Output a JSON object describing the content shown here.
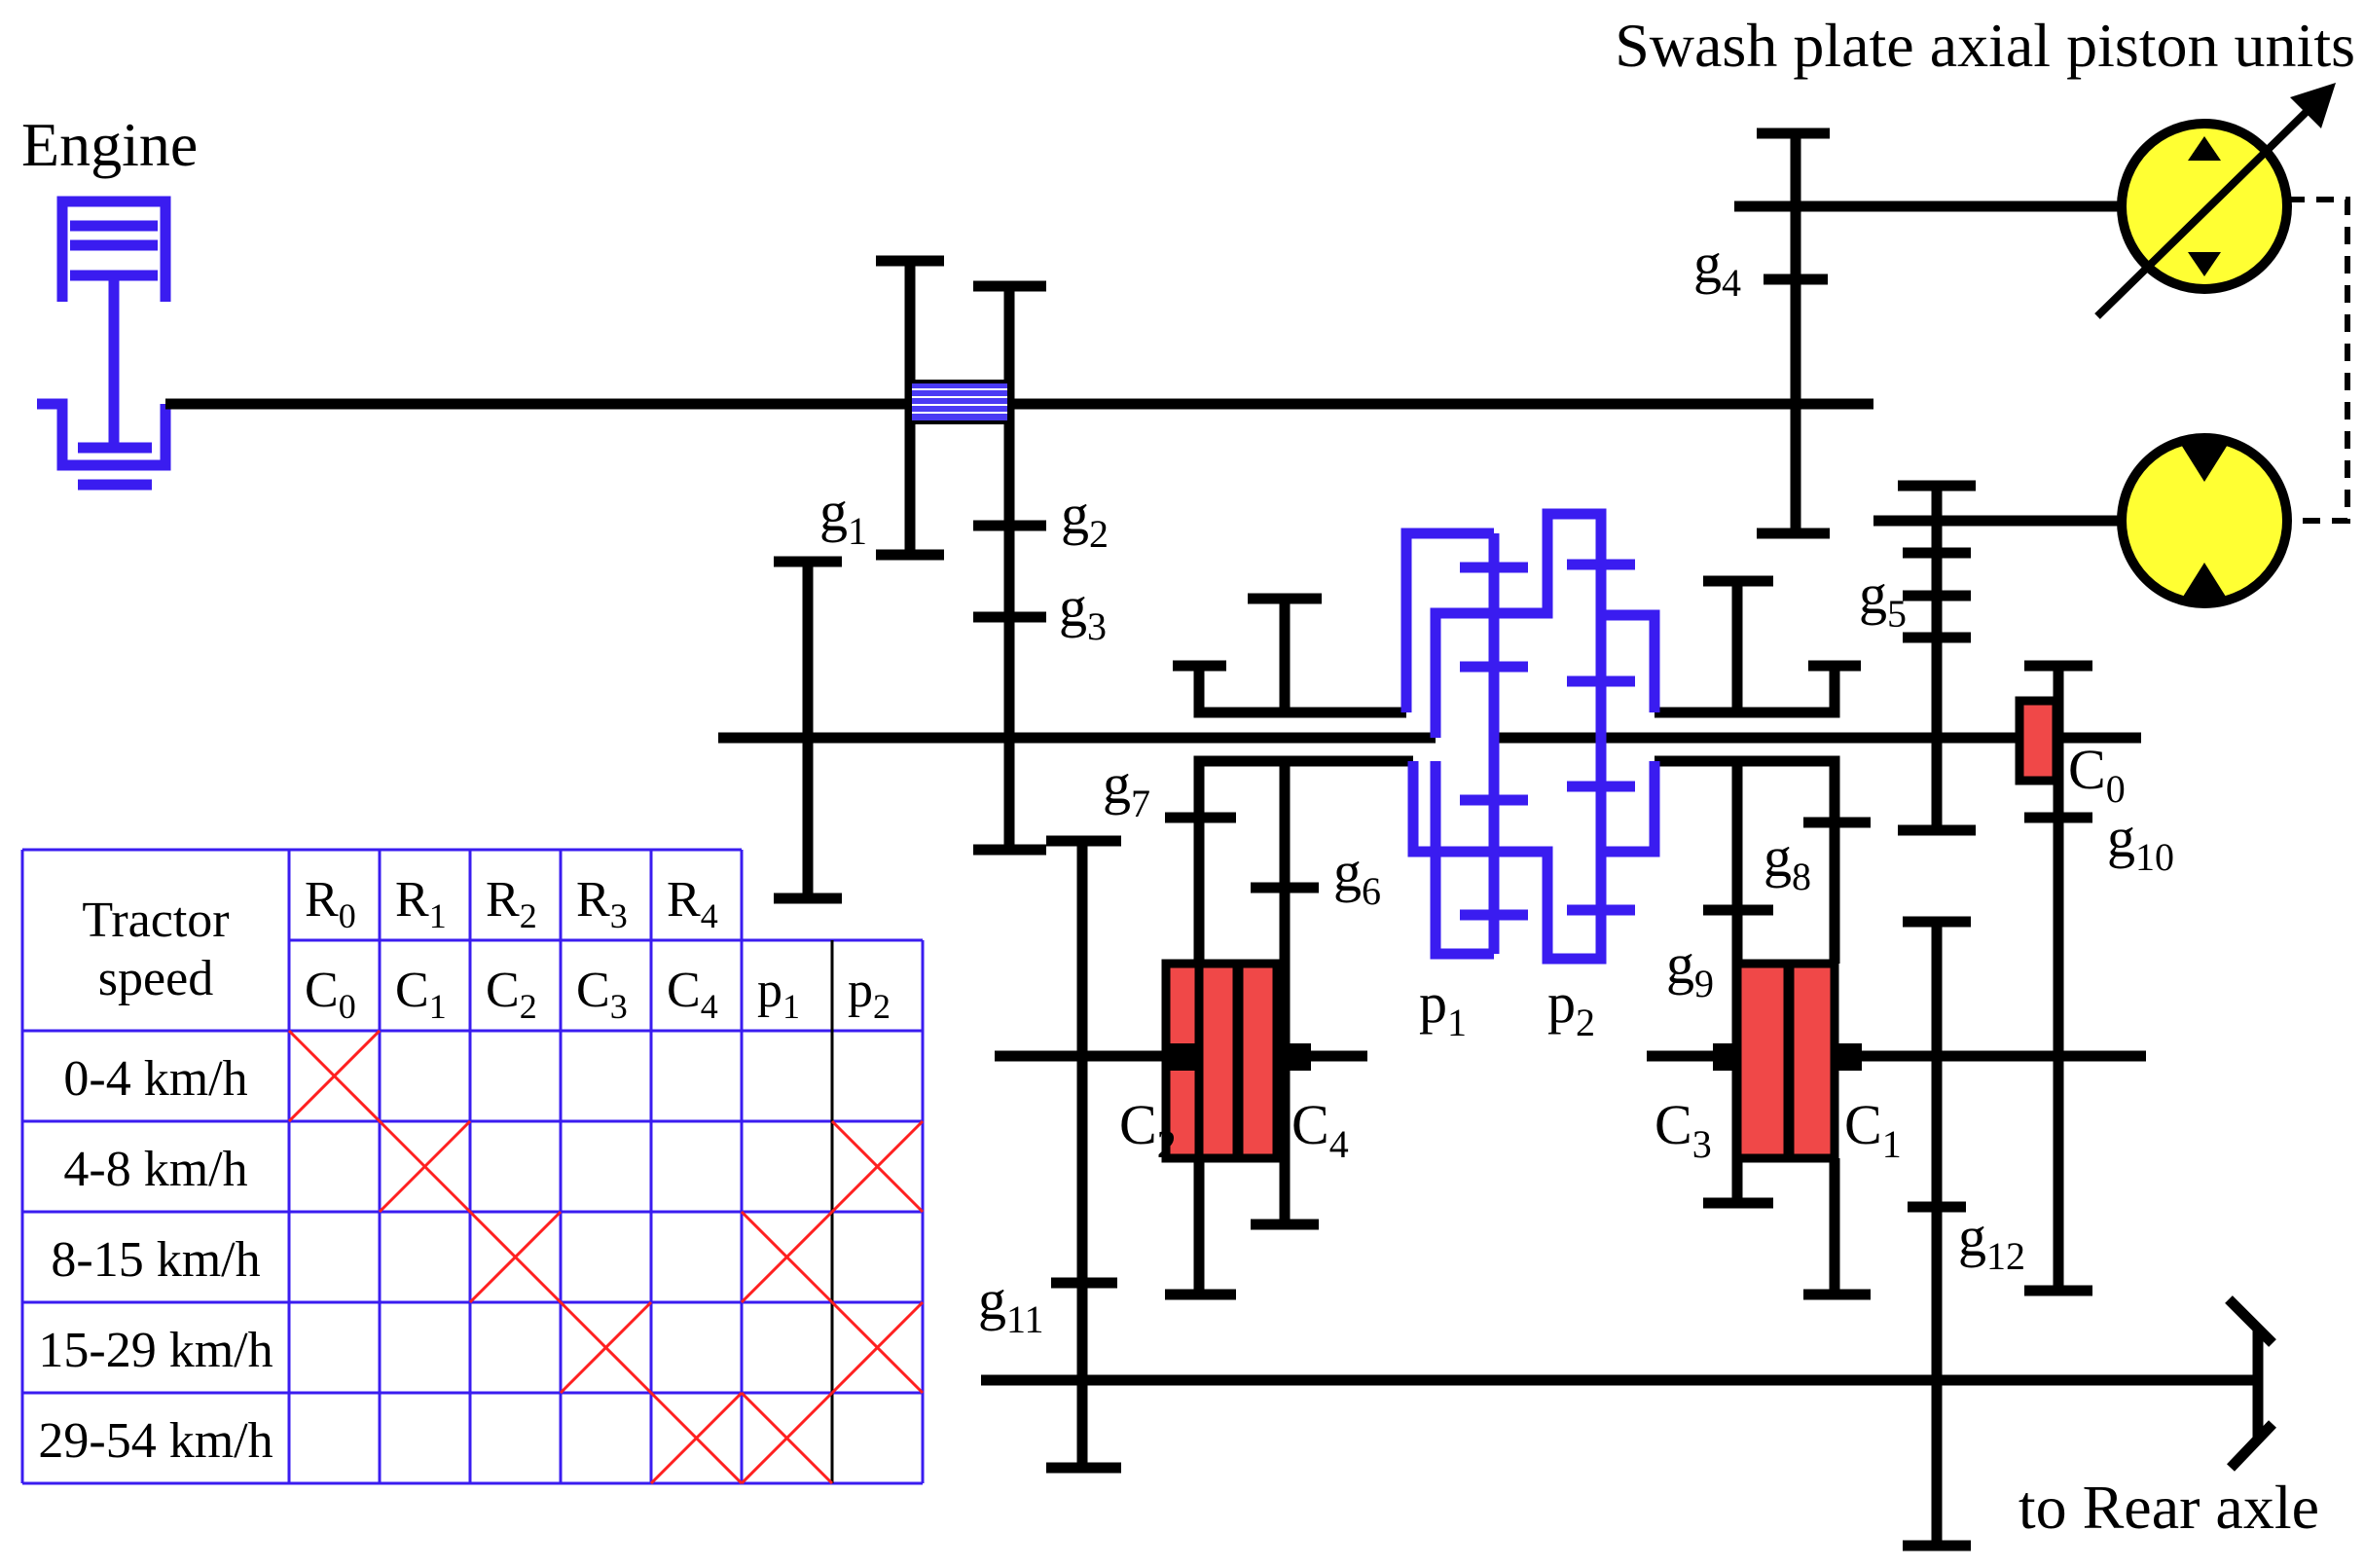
{
  "labels": {
    "engine": "Engine",
    "swash_plate": "Swash plate axial piston units",
    "to_rear_axle": "to Rear axle"
  },
  "gears": [
    {
      "base": "g",
      "sub": "1"
    },
    {
      "base": "g",
      "sub": "2"
    },
    {
      "base": "g",
      "sub": "3"
    },
    {
      "base": "g",
      "sub": "4"
    },
    {
      "base": "g",
      "sub": "5"
    },
    {
      "base": "g",
      "sub": "6"
    },
    {
      "base": "g",
      "sub": "7"
    },
    {
      "base": "g",
      "sub": "8"
    },
    {
      "base": "g",
      "sub": "9"
    },
    {
      "base": "g",
      "sub": "10"
    },
    {
      "base": "g",
      "sub": "11"
    },
    {
      "base": "g",
      "sub": "12"
    }
  ],
  "planetary": [
    {
      "base": "p",
      "sub": "1"
    },
    {
      "base": "p",
      "sub": "2"
    }
  ],
  "clutches": [
    {
      "base": "C",
      "sub": "0"
    },
    {
      "base": "C",
      "sub": "1"
    },
    {
      "base": "C",
      "sub": "2"
    },
    {
      "base": "C",
      "sub": "3"
    },
    {
      "base": "C",
      "sub": "4"
    }
  ],
  "table": {
    "corner_line1": "Tractor",
    "corner_line2": "speed",
    "ranges": [
      {
        "base": "R",
        "sub": "0"
      },
      {
        "base": "R",
        "sub": "1"
      },
      {
        "base": "R",
        "sub": "2"
      },
      {
        "base": "R",
        "sub": "3"
      },
      {
        "base": "R",
        "sub": "4"
      }
    ],
    "columns": [
      {
        "base": "C",
        "sub": "0"
      },
      {
        "base": "C",
        "sub": "1"
      },
      {
        "base": "C",
        "sub": "2"
      },
      {
        "base": "C",
        "sub": "3"
      },
      {
        "base": "C",
        "sub": "4"
      },
      {
        "base": "p",
        "sub": "1"
      },
      {
        "base": "p",
        "sub": "2"
      }
    ],
    "rows": [
      {
        "speed": "0-4 km/h",
        "engaged": [
          0
        ]
      },
      {
        "speed": "4-8 km/h",
        "engaged": [
          1,
          6
        ]
      },
      {
        "speed": "8-15 km/h",
        "engaged": [
          2,
          5
        ]
      },
      {
        "speed": "15-29 km/h",
        "engaged": [
          3,
          6
        ]
      },
      {
        "speed": "29-54 km/h",
        "engaged": [
          4,
          5
        ]
      }
    ]
  },
  "colors": {
    "line": "#000000",
    "engine": "#3a1cf0",
    "planetary": "#3a1cf0",
    "clutch_fill": "#f04848",
    "pump_fill": "#ffff33",
    "table_grid": "#3a1cf0",
    "cross": "#ff2020"
  }
}
